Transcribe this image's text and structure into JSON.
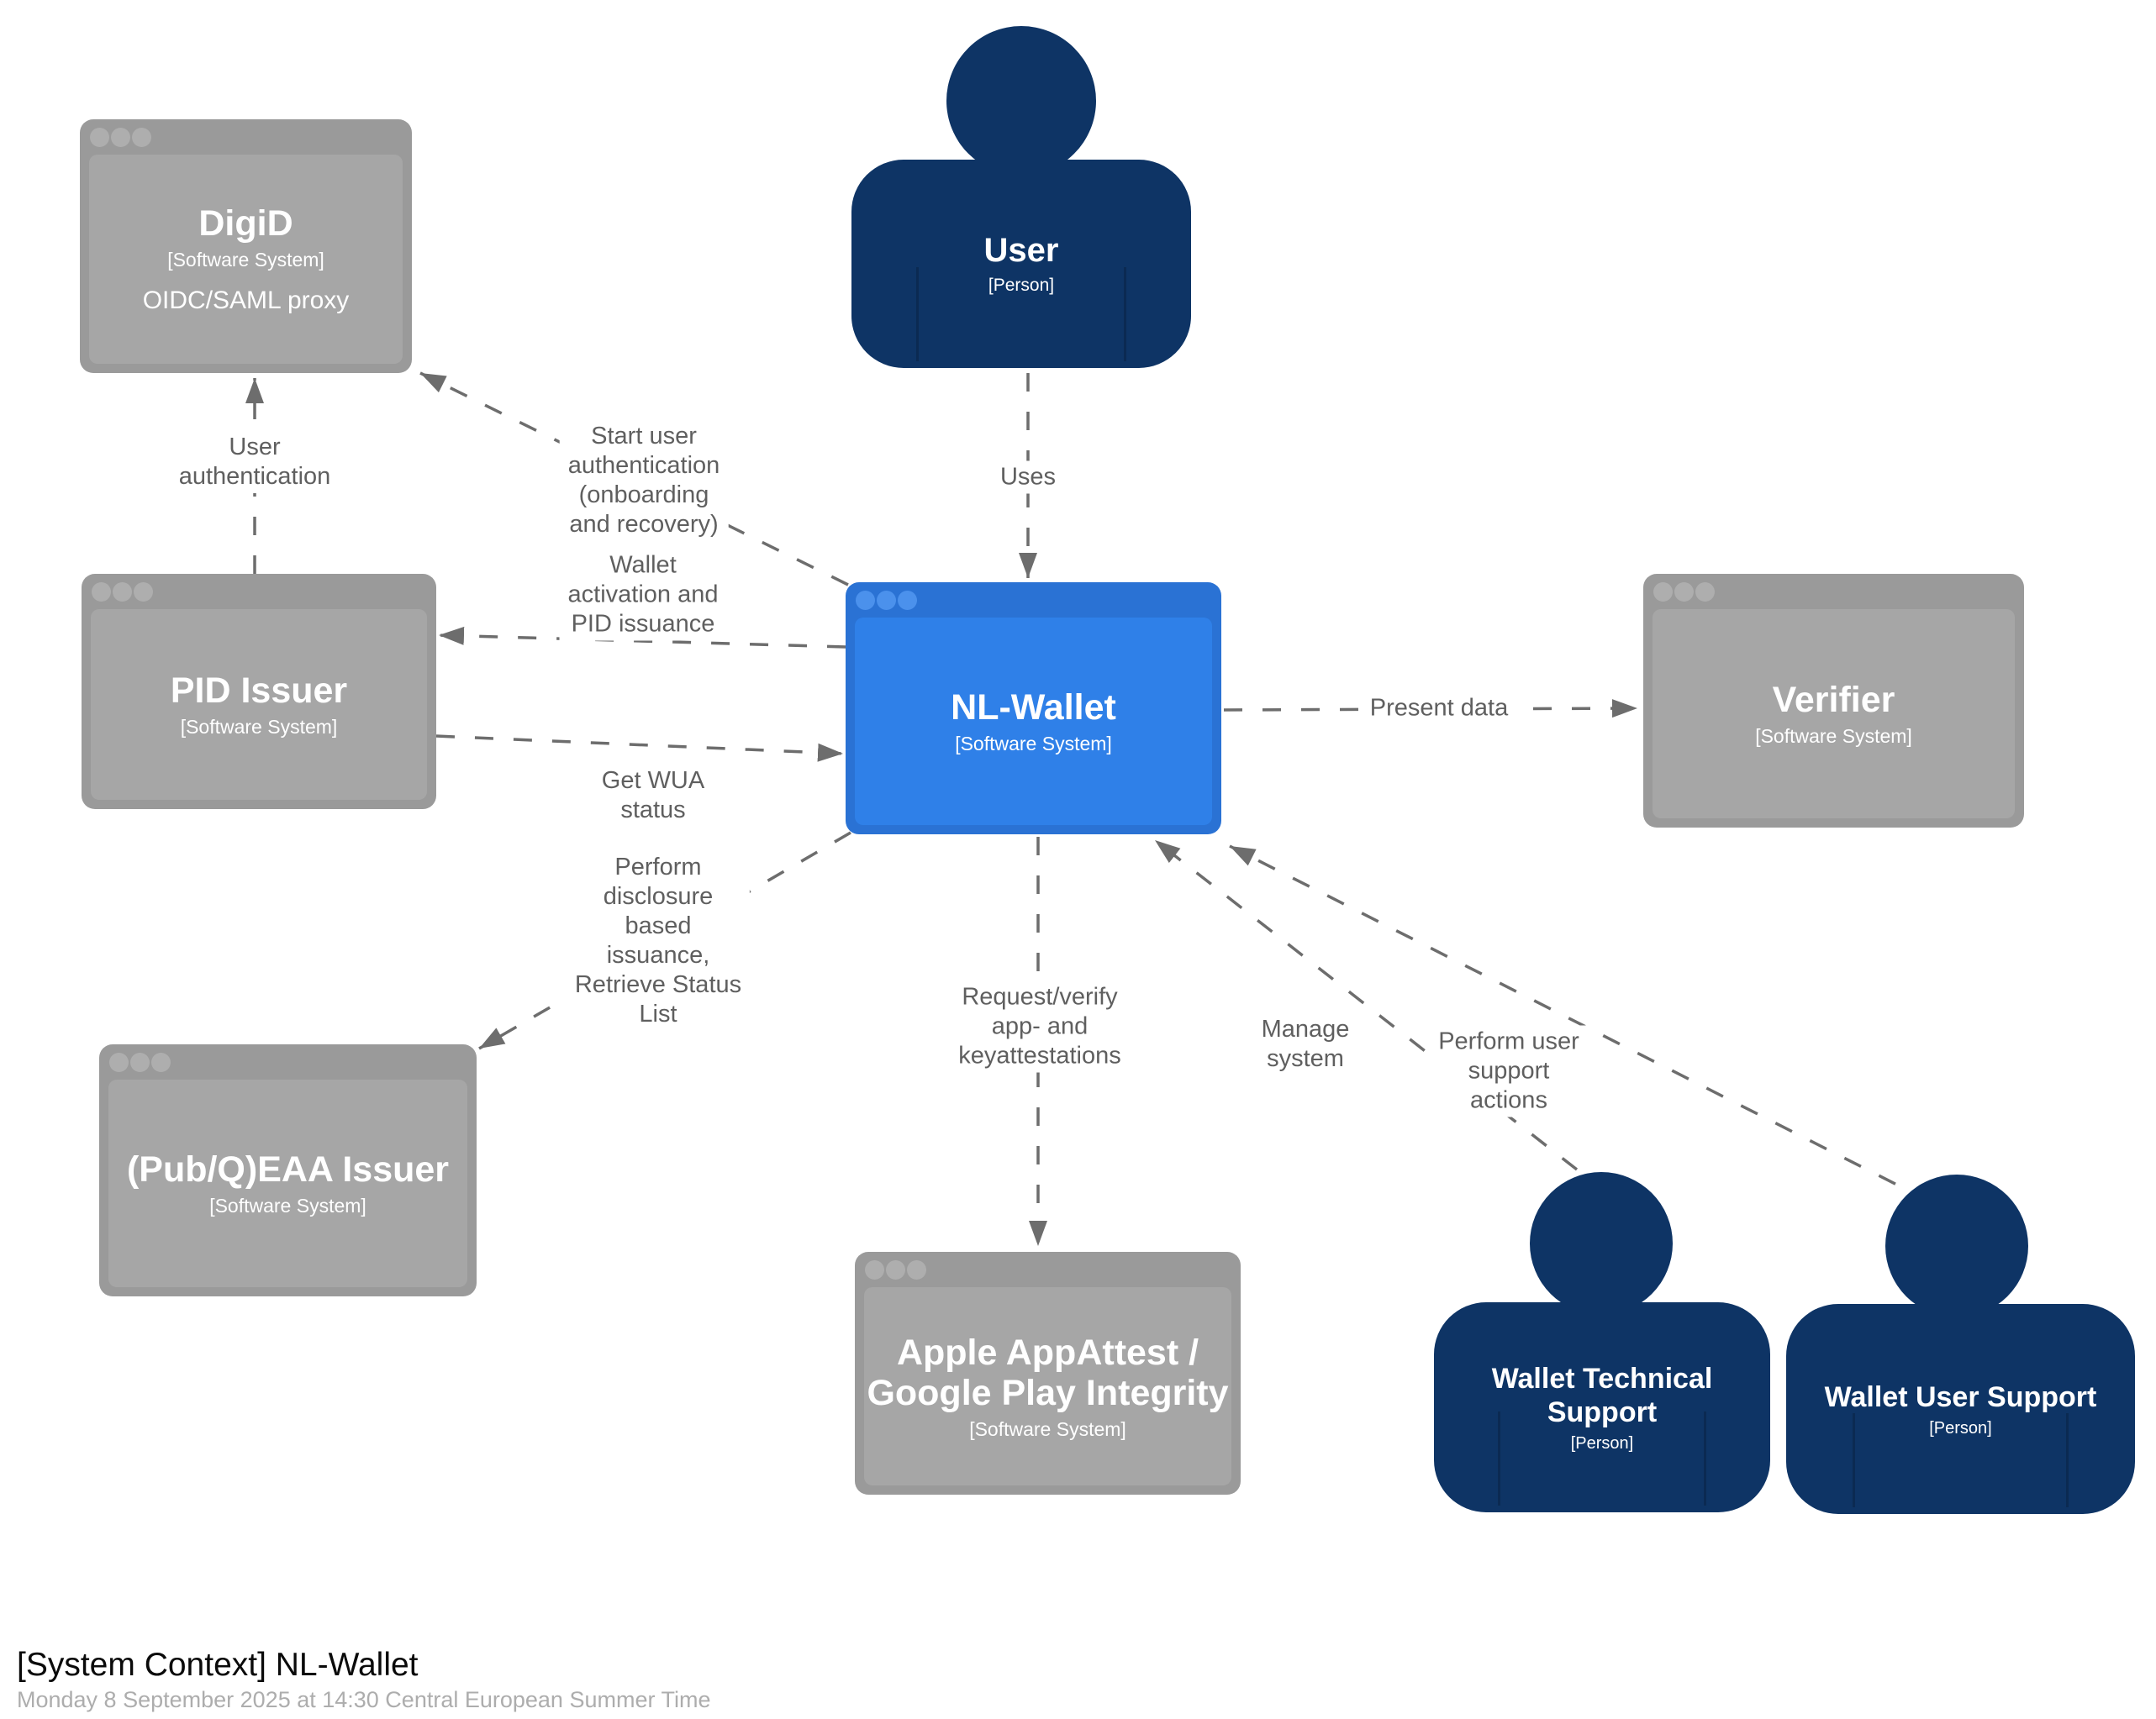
{
  "diagram": {
    "title": "[System Context] NL-Wallet",
    "subtitle": "Monday 8 September 2025 at 14:30 Central European Summer Time"
  },
  "colors": {
    "person_fill": "#0e3465",
    "system_frame": "#9a9a9a",
    "system_fill": "#a6a6a6",
    "focus_frame": "#2a72d4",
    "focus_fill": "#2f80e8",
    "edge": "#6d6d6d",
    "edge_label": "#5f5f5f"
  },
  "nodes": {
    "user": {
      "name": "User",
      "meta": "[Person]"
    },
    "digid": {
      "name": "DigiD",
      "meta": "[Software System]",
      "desc": "OIDC/SAML proxy"
    },
    "pid_issuer": {
      "name": "PID Issuer",
      "meta": "[Software System]"
    },
    "eaa_issuer": {
      "name": "(Pub/Q)EAA Issuer",
      "meta": "[Software System]"
    },
    "nl_wallet": {
      "name": "NL-Wallet",
      "meta": "[Software System]"
    },
    "verifier": {
      "name": "Verifier",
      "meta": "[Software System]"
    },
    "app_attest": {
      "name": "Apple AppAttest /\nGoogle Play Integrity",
      "meta": "[Software System]"
    },
    "tech_support": {
      "name": "Wallet Technical\nSupport",
      "meta": "[Person]"
    },
    "user_support": {
      "name": "Wallet User Support",
      "meta": "[Person]"
    }
  },
  "edges": {
    "user_authentication": {
      "label": "User\nauthentication"
    },
    "start_user_auth": {
      "label": "Start user\nauthentication\n(onboarding\nand recovery)"
    },
    "wallet_activation": {
      "label": "Wallet\nactivation and\nPID issuance"
    },
    "get_wua_status": {
      "label": "Get WUA\nstatus"
    },
    "disclosure_issuance": {
      "label": "Perform\ndisclosure\nbased\nissuance,\nRetrieve Status\nList"
    },
    "uses": {
      "label": "Uses"
    },
    "present_data": {
      "label": "Present data"
    },
    "attestations": {
      "label": "Request/verify\napp- and\nkeyattestations"
    },
    "manage_system": {
      "label": "Manage\nsystem"
    },
    "support_actions": {
      "label": "Perform user\nsupport\nactions"
    }
  }
}
